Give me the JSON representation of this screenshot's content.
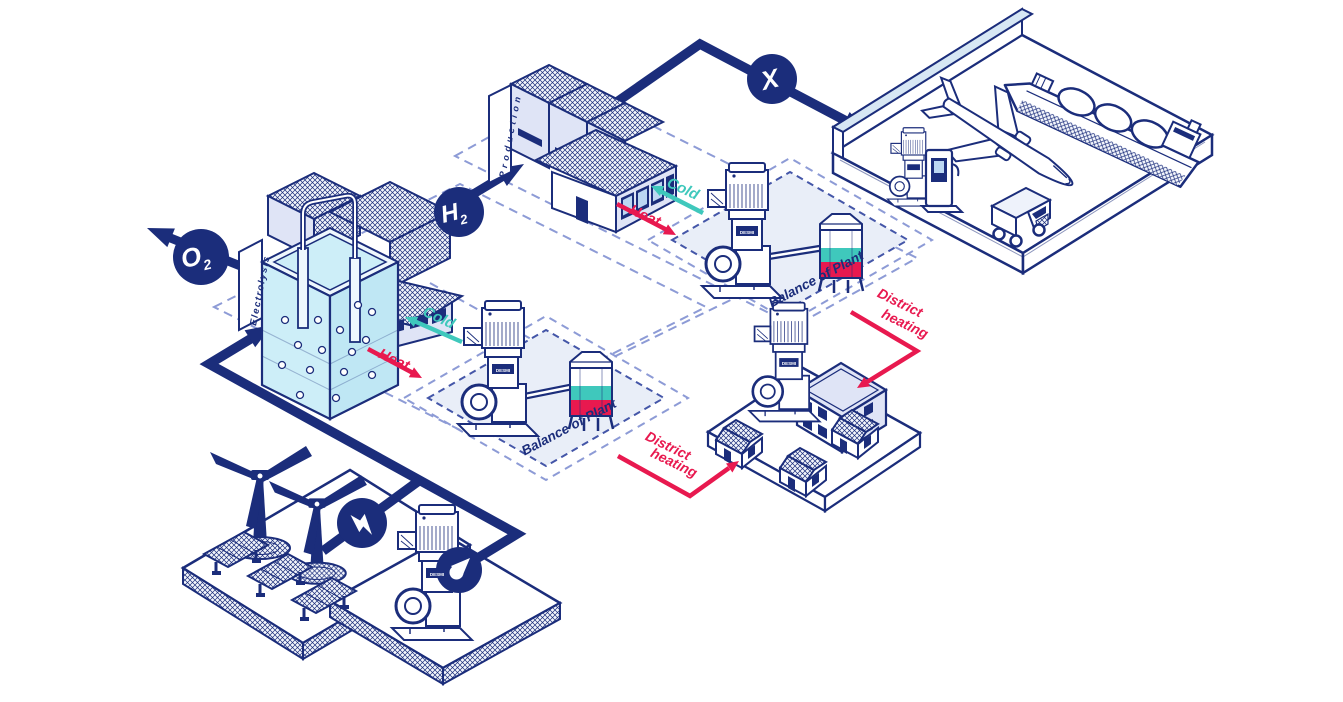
{
  "colors": {
    "navy": "#1b2d7b",
    "teal": "#3fc8bc",
    "red": "#e8194f",
    "water_blue": "#cdeef8",
    "wall_lavender": "#dfe4f6",
    "floor_pale": "#e9eef8",
    "wall_top_blue": "#d7e7f4"
  },
  "badges": {
    "o2": {
      "main": "O",
      "sub": "2"
    },
    "h2": {
      "main": "H",
      "sub": "2"
    },
    "export": {
      "label": "X"
    }
  },
  "labels": {
    "electrolysis": "Electrolysis",
    "production": "Production",
    "cold_1": "Cold",
    "heat_1": "Heat",
    "cold_2": "Cold",
    "heat_2": "Heat",
    "balance_of_plant_1": "Balance of Plant",
    "balance_of_plant_2": "Balance of Plant",
    "district_heating_1": {
      "line1": "District",
      "line2": "heating"
    },
    "district_heating_2": {
      "line1": "District",
      "line2": "heating"
    },
    "pump_brand": "DESMI"
  }
}
